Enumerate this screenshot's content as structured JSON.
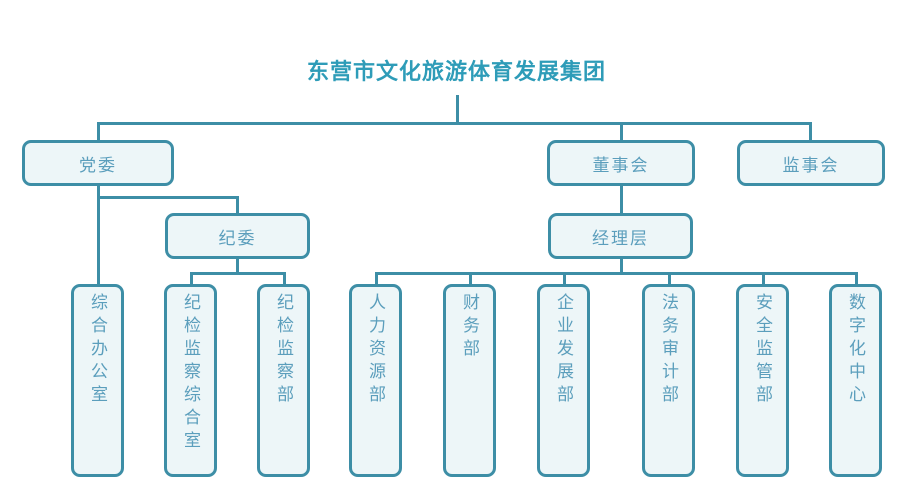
{
  "title": "东营市文化旅游体育发展集团",
  "colors": {
    "title": "#2e9cb8",
    "border": "#3d8ea6",
    "fill": "#edf6f8",
    "label": "#5b9ebc",
    "background": "#ffffff"
  },
  "chart_data": {
    "type": "diagram",
    "title": "东营市文化旅游体育发展集团",
    "orientation": "top-down",
    "levels": 4,
    "node_count": 14
  },
  "nodes": {
    "root": {
      "label": "东营市文化旅游体育发展集团"
    },
    "level1": [
      {
        "id": "party-committee",
        "label": "党委"
      },
      {
        "id": "board-of-directors",
        "label": "董事会"
      },
      {
        "id": "board-of-supervisors",
        "label": "监事会"
      }
    ],
    "level2": [
      {
        "id": "discipline-commission",
        "label": "纪委"
      },
      {
        "id": "management-layer",
        "label": "经理层"
      }
    ],
    "departments": [
      {
        "id": "general-office",
        "label": "综合办公室"
      },
      {
        "id": "discipline-general-office",
        "label": "纪检监察综合室"
      },
      {
        "id": "discipline-inspection-dept",
        "label": "纪检监察部"
      },
      {
        "id": "human-resources-dept",
        "label": "人力资源部"
      },
      {
        "id": "finance-dept",
        "label": "财务部"
      },
      {
        "id": "enterprise-development-dept",
        "label": "企业发展部"
      },
      {
        "id": "legal-audit-dept",
        "label": "法务审计部"
      },
      {
        "id": "safety-supervision-dept",
        "label": "安全监管部"
      },
      {
        "id": "digitalization-center",
        "label": "数字化中心"
      }
    ]
  }
}
